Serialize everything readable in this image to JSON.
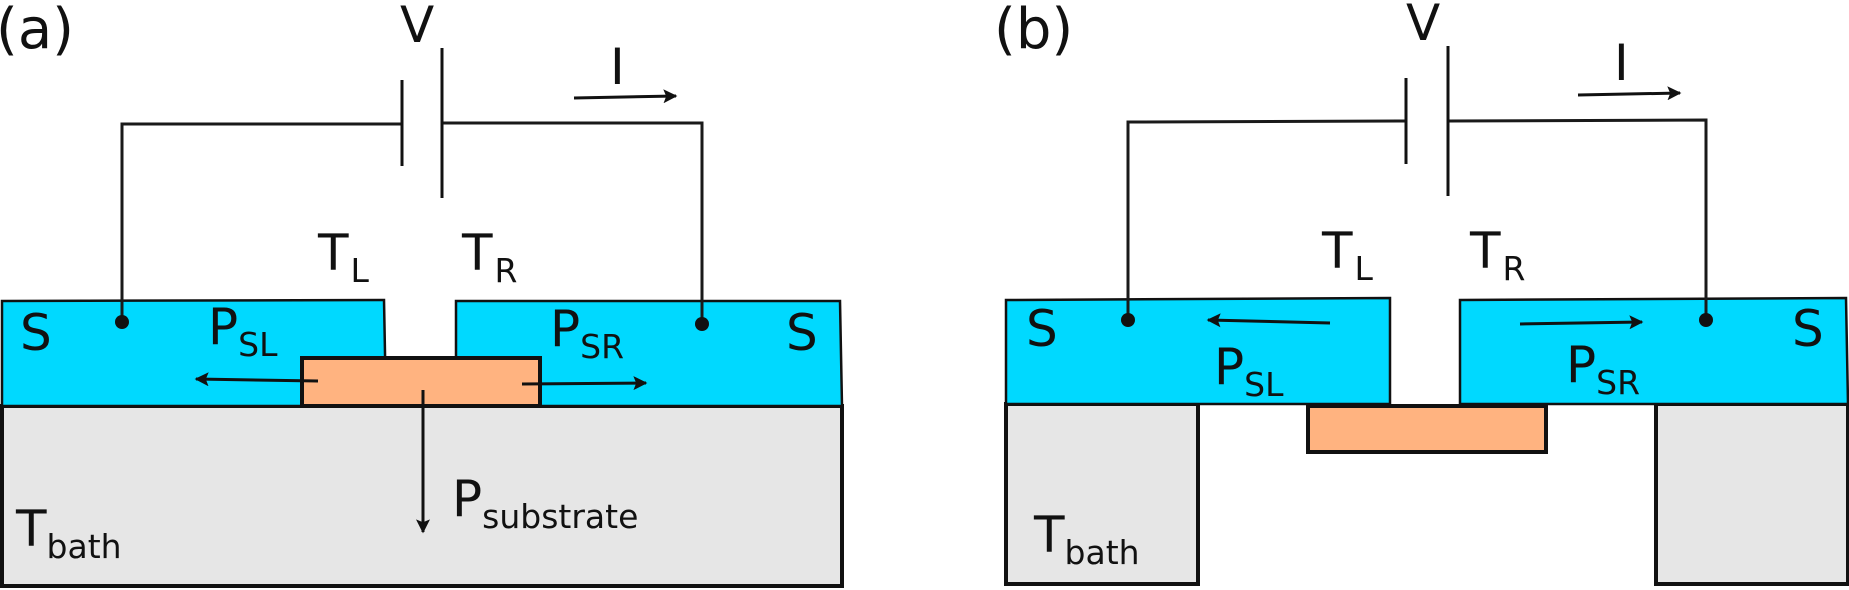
{
  "colors": {
    "superconductor": "#00d9ff",
    "normal_metal": "#ffb380",
    "substrate": "#e6e6e6",
    "wire": "#1a1a1a",
    "background": "#ffffff"
  },
  "panels": [
    {
      "id": "a",
      "label": "(a)",
      "voltage": "V",
      "current": "I",
      "temp_left": {
        "main": "T",
        "sub": "L"
      },
      "temp_right": {
        "main": "T",
        "sub": "R"
      },
      "super_left": "S",
      "super_right": "S",
      "power_left": {
        "main": "P",
        "sub": "SL"
      },
      "power_right": {
        "main": "P",
        "sub": "SR"
      },
      "power_substrate": {
        "main": "P",
        "sub": "substrate"
      },
      "bath": {
        "main": "T",
        "sub": "bath"
      }
    },
    {
      "id": "b",
      "label": "(b)",
      "voltage": "V",
      "current": "I",
      "temp_left": {
        "main": "T",
        "sub": "L"
      },
      "temp_right": {
        "main": "T",
        "sub": "R"
      },
      "super_left": "S",
      "super_right": "S",
      "power_left": {
        "main": "P",
        "sub": "SL"
      },
      "power_right": {
        "main": "P",
        "sub": "SR"
      },
      "bath": {
        "main": "T",
        "sub": "bath"
      }
    }
  ]
}
